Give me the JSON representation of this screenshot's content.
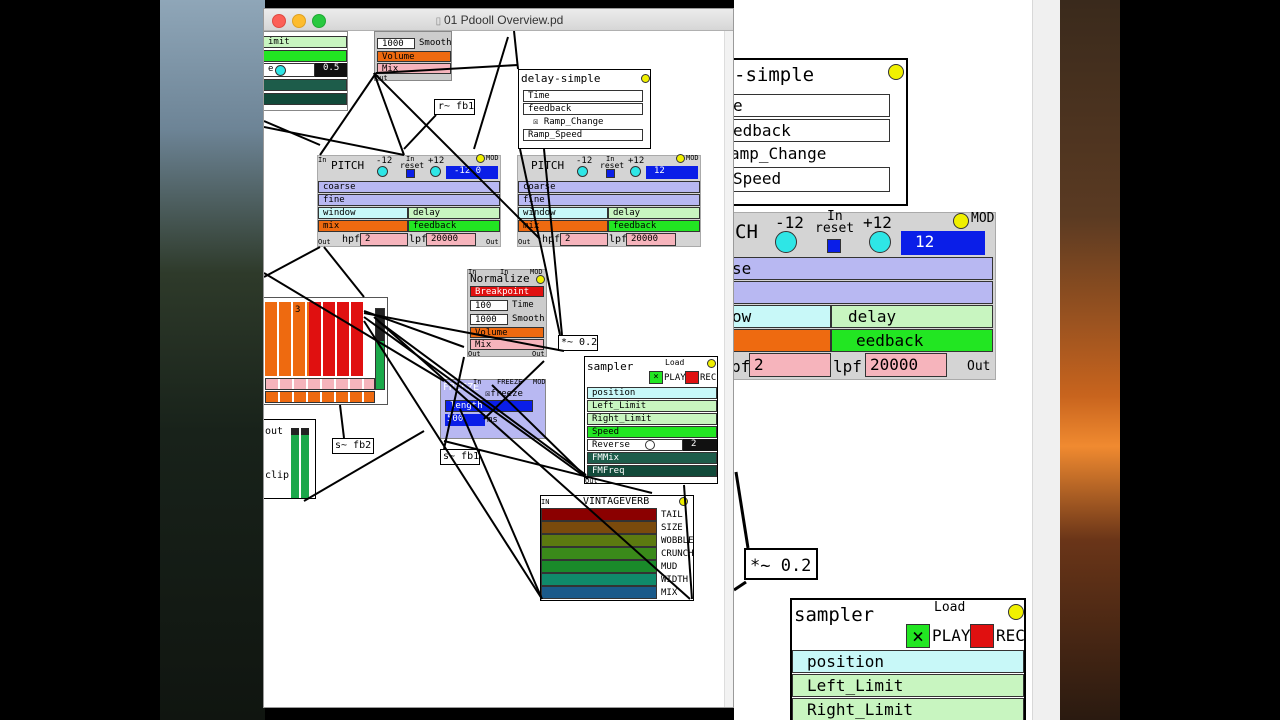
{
  "window": {
    "title": "01 Pdooll Overview.pd"
  },
  "canvas": {
    "top_partial": {
      "limit_label": "imit",
      "e_label": "e",
      "val": "0.5"
    },
    "normalize_top": {
      "num1": "1000",
      "smooth": "Smooth",
      "volume": "Volume",
      "mix": "Mix",
      "out": "Out"
    },
    "delay_simple": {
      "title": "delay-simple",
      "time": "Time",
      "feedback": "feedback",
      "ramp_change": "Ramp_Change",
      "ramp_speed": "Ramp_Speed"
    },
    "receive_fb1": "r~ fb1",
    "pitch1": {
      "title": "PITCH",
      "minus": "-12",
      "reset_top": "In",
      "reset": "reset",
      "plus": "+12",
      "mod": "MOD",
      "value": "-12.0",
      "in": "In",
      "coarse": "coarse",
      "fine": "fine",
      "window": "window",
      "delay": "delay",
      "mix": "mix",
      "feedback": "feedback",
      "out1": "Out",
      "hpf": "hpf",
      "hpf_val": "2",
      "lpf": "lpf",
      "lpf_val": "20000",
      "out2": "Out"
    },
    "pitch2": {
      "title": "PITCH",
      "minus": "-12",
      "reset_top": "In",
      "reset": "reset",
      "plus": "+12",
      "mod": "MOD",
      "value": "12",
      "coarse": "coarse",
      "fine": "fine",
      "window": "window",
      "delay": "delay",
      "mix": "mix",
      "feedback": "feedback",
      "out": "Out",
      "hpf": "hpf",
      "hpf_val": "2",
      "lpf": "lpf",
      "lpf_val": "20000",
      "out2": "Out"
    },
    "normalize": {
      "title": "Normalize",
      "in": "In",
      "in2": "In",
      "mod": "MOD",
      "breakpoint": "Breakpoint",
      "num1": "100",
      "time": "Time",
      "num2": "1000",
      "smooth": "Smooth",
      "volume": "Volume",
      "mix": "Mix",
      "out": "Out",
      "out2": "Out"
    },
    "mul_02": "*~ 0.2",
    "sampler": {
      "title": "sampler",
      "load": "Load",
      "play": "PLAY",
      "rec": "REC",
      "position": "position",
      "left_limit": "Left_Limit",
      "right_limit": "Right_Limit",
      "speed": "Speed",
      "reverse": "Reverse",
      "rev_val": "2",
      "fmmix": "FMMix",
      "fmfreq": "FMFreq",
      "out": "Out"
    },
    "freeze": {
      "title": "FREEZE",
      "in": "In",
      "freeze_top": "FREEZE",
      "mod": "MOD",
      "freeze": "freeze",
      "length": "length",
      "num": "500",
      "ms": "ms"
    },
    "send_fb1": "s~ fb1",
    "send_fb2": "s~ fb2",
    "left_out": "out",
    "left_clip": "clip",
    "seq_digit": "3",
    "vintage": {
      "title": "VINTAGEVERB",
      "in": "IN",
      "labels": [
        "TAIL",
        "SIZE",
        "WOBBLE",
        "CRUNCH",
        "MUD",
        "WIDTH",
        "MIX"
      ]
    }
  },
  "zoom": {
    "delay_title": "-simple",
    "row_e": "e",
    "row_feedback": "edback",
    "ramp_change": "amp_Change",
    "ramp_speed": "Speed",
    "pitch_ch": "CH",
    "minus": "-12",
    "in": "In",
    "reset": "reset",
    "plus": "+12",
    "mod": "MOD",
    "value": "12",
    "row_se": "se",
    "row_ow": "ow",
    "delay": "delay",
    "feedback": "eedback",
    "hpf_f": "pf",
    "hpf_val": "2",
    "lpf": "lpf",
    "lpf_val": "20000",
    "out": "Out",
    "mul_02": "*~ 0.2",
    "sampler": "sampler",
    "load": "Load",
    "play": "PLAY",
    "rec": "REC",
    "position": "position",
    "left_limit": "Left_Limit",
    "right_limit": "Right_Limit"
  },
  "colors": {
    "green": "#22e622",
    "lightgreen": "#c8f5c0",
    "lavender": "#b8b8f2",
    "orange": "#ee6a10",
    "cyan": "#c8f8f8",
    "pink": "#f6b4bc",
    "blue": "#0a1ee8",
    "red": "#e01010"
  }
}
